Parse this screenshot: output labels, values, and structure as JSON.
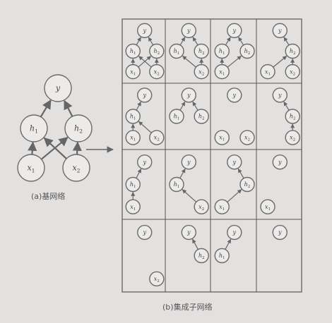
{
  "captions": {
    "base": "(a)基网络",
    "ensemble": "(b)集成子网络"
  },
  "labels": {
    "y": "y",
    "h1": "h",
    "h1_sub": "1",
    "h2": "h",
    "h2_sub": "2",
    "x1": "x",
    "x1_sub": "1",
    "x2": "x",
    "x2_sub": "2"
  },
  "colors": {
    "background": "#e3e1e0",
    "node_fill": "#ecebea",
    "node_stroke": "#6a6a6a",
    "edge": "#666666",
    "grid": "#555555",
    "text": "#444444"
  },
  "base_network": {
    "nodes": [
      "y",
      "h1",
      "h2",
      "x1",
      "x2"
    ],
    "edges": [
      [
        "x1",
        "h1"
      ],
      [
        "x1",
        "h2"
      ],
      [
        "x2",
        "h1"
      ],
      [
        "x2",
        "h2"
      ],
      [
        "h1",
        "y"
      ],
      [
        "h2",
        "y"
      ]
    ]
  },
  "subnetworks": [
    {
      "nodes": [
        "y",
        "h1",
        "h2",
        "x1",
        "x2"
      ],
      "edges": [
        [
          "x1",
          "h1"
        ],
        [
          "x1",
          "h2"
        ],
        [
          "x2",
          "h1"
        ],
        [
          "x2",
          "h2"
        ],
        [
          "h1",
          "y"
        ],
        [
          "h2",
          "y"
        ]
      ]
    },
    {
      "nodes": [
        "y",
        "h1",
        "h2",
        "x2"
      ],
      "edges": [
        [
          "x2",
          "h1"
        ],
        [
          "x2",
          "h2"
        ],
        [
          "h1",
          "y"
        ],
        [
          "h2",
          "y"
        ]
      ]
    },
    {
      "nodes": [
        "y",
        "h1",
        "h2",
        "x1"
      ],
      "edges": [
        [
          "x1",
          "h1"
        ],
        [
          "x1",
          "h2"
        ],
        [
          "h1",
          "y"
        ],
        [
          "h2",
          "y"
        ]
      ]
    },
    {
      "nodes": [
        "y",
        "h2",
        "x1",
        "x2"
      ],
      "edges": [
        [
          "x1",
          "h2"
        ],
        [
          "x2",
          "h2"
        ],
        [
          "h2",
          "y"
        ]
      ]
    },
    {
      "nodes": [
        "y",
        "h1",
        "x1",
        "x2"
      ],
      "edges": [
        [
          "x1",
          "h1"
        ],
        [
          "x2",
          "h1"
        ],
        [
          "h1",
          "y"
        ]
      ]
    },
    {
      "nodes": [
        "y",
        "h1",
        "h2"
      ],
      "edges": [
        [
          "h1",
          "y"
        ],
        [
          "h2",
          "y"
        ]
      ]
    },
    {
      "nodes": [
        "y",
        "x1",
        "x2"
      ],
      "edges": []
    },
    {
      "nodes": [
        "y",
        "h2",
        "x2"
      ],
      "edges": [
        [
          "x2",
          "h2"
        ],
        [
          "h2",
          "y"
        ]
      ]
    },
    {
      "nodes": [
        "y",
        "h1",
        "x1"
      ],
      "edges": [
        [
          "x1",
          "h1"
        ],
        [
          "h1",
          "y"
        ]
      ]
    },
    {
      "nodes": [
        "y",
        "h1",
        "x2"
      ],
      "edges": [
        [
          "x2",
          "h1"
        ],
        [
          "h1",
          "y"
        ]
      ]
    },
    {
      "nodes": [
        "y",
        "h2",
        "x1"
      ],
      "edges": [
        [
          "x1",
          "h2"
        ],
        [
          "h2",
          "y"
        ]
      ]
    },
    {
      "nodes": [
        "y",
        "x1"
      ],
      "edges": []
    },
    {
      "nodes": [
        "y",
        "x2"
      ],
      "edges": []
    },
    {
      "nodes": [
        "y",
        "h2"
      ],
      "edges": [
        [
          "h2",
          "y"
        ]
      ]
    },
    {
      "nodes": [
        "y",
        "h1"
      ],
      "edges": [
        [
          "h1",
          "y"
        ]
      ]
    },
    {
      "nodes": [
        "y"
      ],
      "edges": []
    }
  ]
}
